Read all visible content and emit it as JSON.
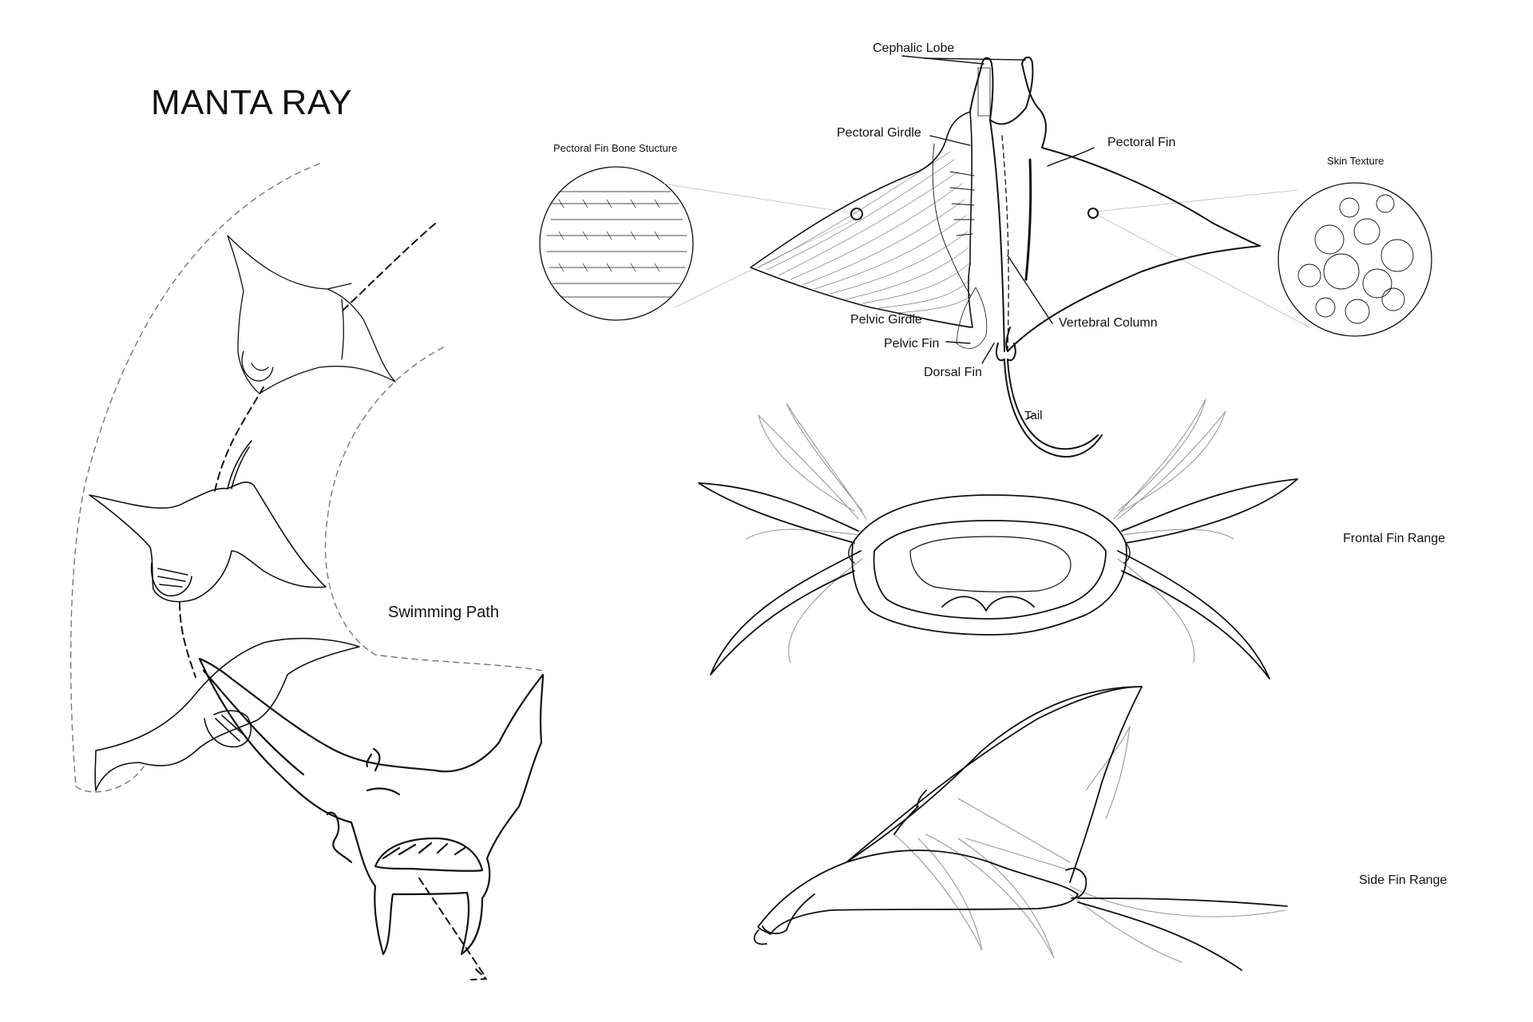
{
  "title": "MANTA RAY",
  "labels": {
    "pectoral_fin_bone_structure": "Pectoral Fin Bone Stucture",
    "skin_texture": "Skin Texture",
    "cephalic_lobe": "Cephalic Lobe",
    "pectoral_girdle": "Pectoral Girdle",
    "pectoral_fin": "Pectoral Fin",
    "pelvic_girdle": "Pelvic Girdle",
    "pelvic_fin": "Pelvic Fin",
    "dorsal_fin": "Dorsal Fin",
    "vertebral_column": "Vertebral Column",
    "tail": "Tail",
    "swimming_path": "Swimming Path",
    "frontal_fin_range": "Frontal Fin Range",
    "side_fin_range": "Side Fin Range"
  },
  "colors": {
    "line": "#111111",
    "light_line": "#9a9a9a",
    "background": "#ffffff"
  }
}
